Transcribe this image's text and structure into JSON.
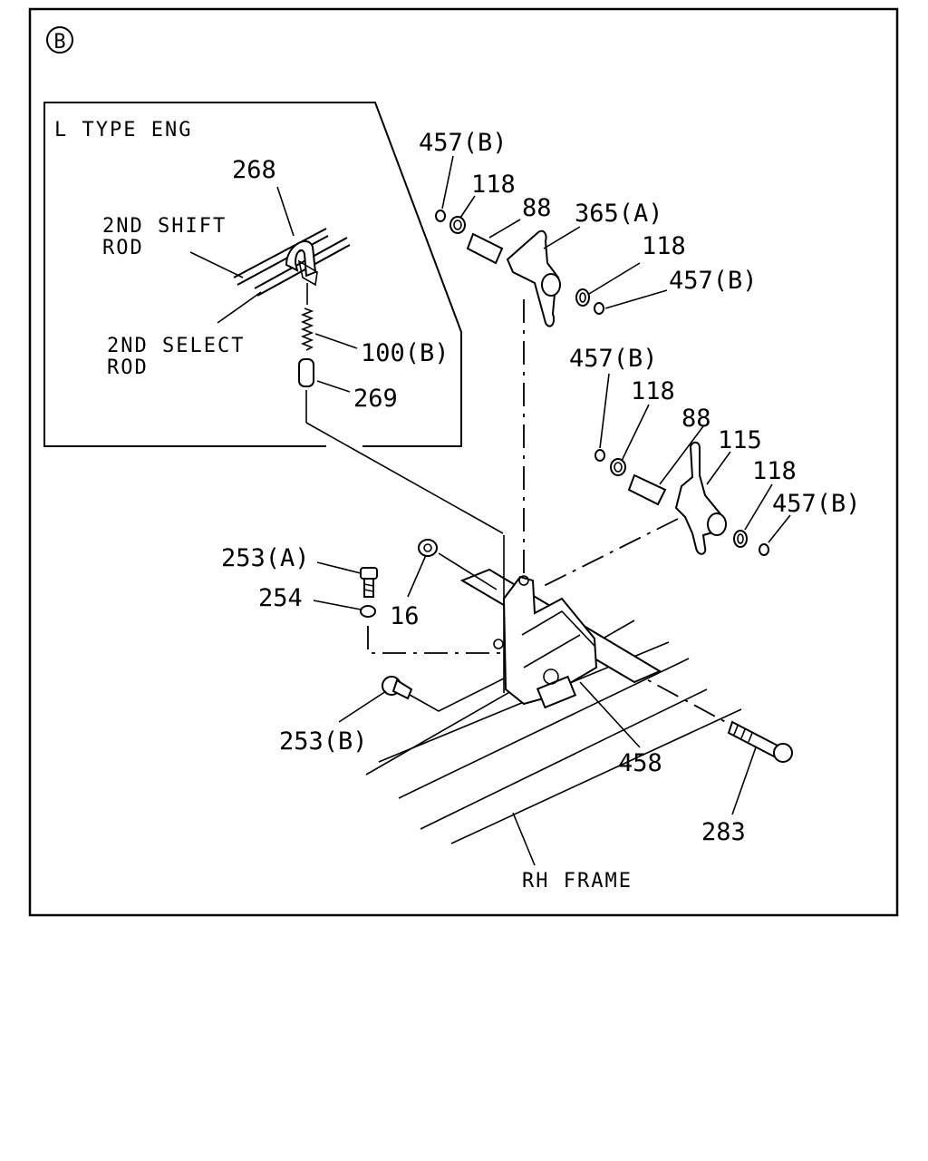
{
  "view_marker": "B",
  "inset": {
    "title": "L TYPE ENG",
    "shift_rod_label": [
      "2ND SHIFT",
      "ROD"
    ],
    "select_rod_label": [
      "2ND SELECT",
      "ROD"
    ],
    "part_268": "268",
    "part_100b": "100(B)",
    "part_269": "269"
  },
  "upper_assembly": {
    "ring_457b": "457(B)",
    "bush_118": "118",
    "collar_88": "88",
    "lever_365a": "365(A)",
    "bush_118_right": "118",
    "ring_457b_right": "457(B)"
  },
  "lower_assembly": {
    "ring_457b": "457(B)",
    "bush_118": "118",
    "collar_88": "88",
    "lever_115": "115",
    "bush_118_right": "118",
    "ring_457b_right": "457(B)"
  },
  "bracket": {
    "bolt_253a": "253(A)",
    "washer_254": "254",
    "nut_16": "16",
    "bolt_253b": "253(B)",
    "bracket_458": "458",
    "bolt_283": "283",
    "frame_label": "RH FRAME"
  }
}
